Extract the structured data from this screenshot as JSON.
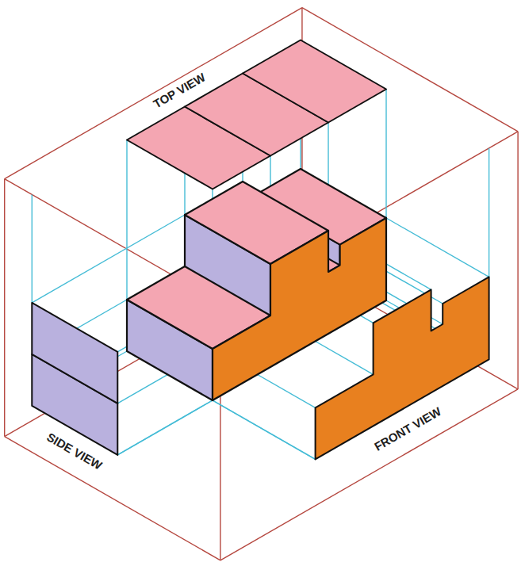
{
  "diagram": {
    "labels": [
      "TOP VIEW",
      "SIDE VIEW",
      "FRONT VIEW"
    ]
  }
}
